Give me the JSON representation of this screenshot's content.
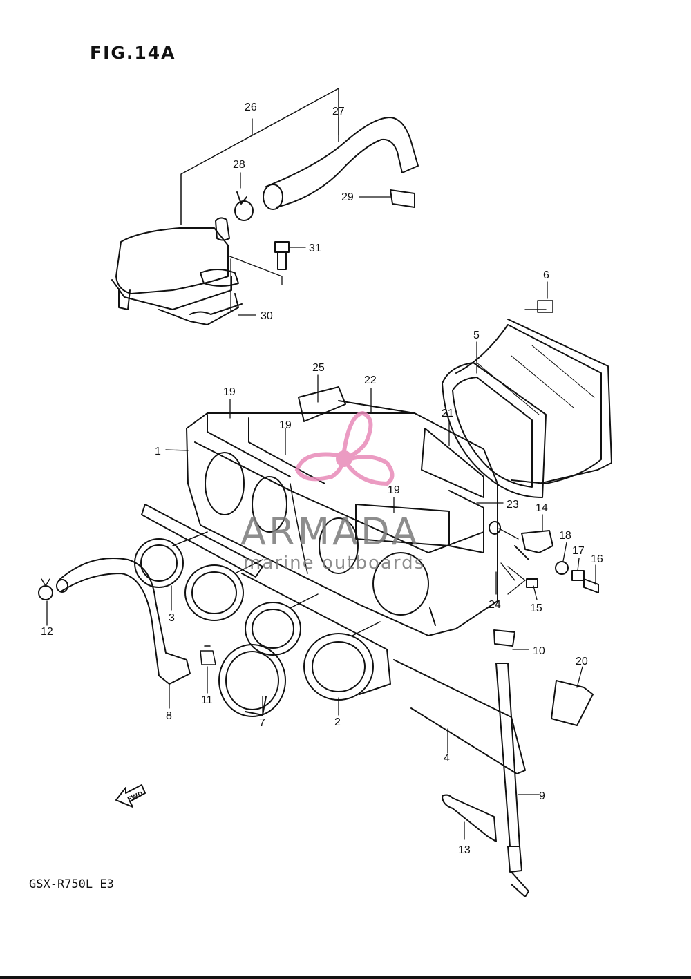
{
  "figure": {
    "title": "FIG.14A",
    "model": "GSX-R750L  E3"
  },
  "watermark": {
    "brand": "ARMADA",
    "tagline": "marine outboards",
    "logo_color": "#e88ab8",
    "text_color": "#7a7a7a"
  },
  "arrow_label": "FWD",
  "parts": [
    {
      "id": "1",
      "label": "1"
    },
    {
      "id": "2",
      "label": "2"
    },
    {
      "id": "3",
      "label": "3"
    },
    {
      "id": "4",
      "label": "4"
    },
    {
      "id": "5",
      "label": "5"
    },
    {
      "id": "6",
      "label": "6"
    },
    {
      "id": "7",
      "label": "7"
    },
    {
      "id": "8",
      "label": "8"
    },
    {
      "id": "9",
      "label": "9"
    },
    {
      "id": "10",
      "label": "10"
    },
    {
      "id": "11",
      "label": "11"
    },
    {
      "id": "12",
      "label": "12"
    },
    {
      "id": "13",
      "label": "13"
    },
    {
      "id": "14",
      "label": "14"
    },
    {
      "id": "15",
      "label": "15"
    },
    {
      "id": "16",
      "label": "16"
    },
    {
      "id": "17",
      "label": "17"
    },
    {
      "id": "18",
      "label": "18"
    },
    {
      "id": "19a",
      "label": "19"
    },
    {
      "id": "19b",
      "label": "19"
    },
    {
      "id": "19c",
      "label": "19"
    },
    {
      "id": "20",
      "label": "20"
    },
    {
      "id": "21",
      "label": "21"
    },
    {
      "id": "22",
      "label": "22"
    },
    {
      "id": "23",
      "label": "23"
    },
    {
      "id": "24",
      "label": "24"
    },
    {
      "id": "25",
      "label": "25"
    },
    {
      "id": "26",
      "label": "26"
    },
    {
      "id": "27",
      "label": "27"
    },
    {
      "id": "28",
      "label": "28"
    },
    {
      "id": "29",
      "label": "29"
    },
    {
      "id": "30",
      "label": "30"
    },
    {
      "id": "31",
      "label": "31"
    }
  ]
}
